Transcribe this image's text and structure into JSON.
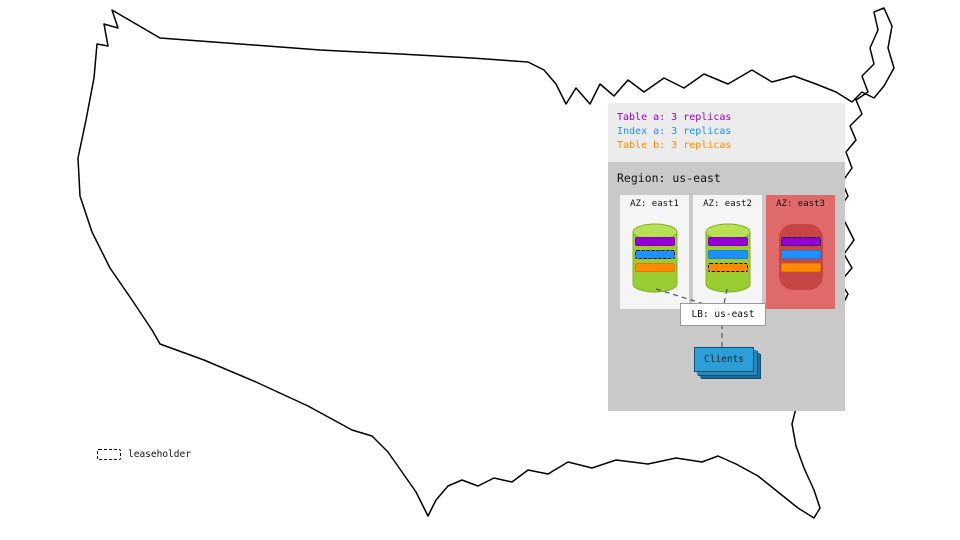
{
  "diagram": {
    "legend": {
      "items": [
        {
          "label": "Table a: 3 replicas",
          "color": "purple"
        },
        {
          "label": "Index a: 3 replicas",
          "color": "blue"
        },
        {
          "label": "Table b: 3 replicas",
          "color": "orange"
        }
      ]
    },
    "region": {
      "label": "Region: us-east",
      "azs": [
        {
          "label": "AZ: east1",
          "down": false,
          "bars": [
            {
              "object": "Table a",
              "color": "purple",
              "leaseholder": false
            },
            {
              "object": "Index a",
              "color": "blue",
              "leaseholder": true
            },
            {
              "object": "Table b",
              "color": "orange",
              "leaseholder": false
            }
          ]
        },
        {
          "label": "AZ: east2",
          "down": false,
          "bars": [
            {
              "object": "Table a",
              "color": "purple",
              "leaseholder": false
            },
            {
              "object": "Index a",
              "color": "blue",
              "leaseholder": false
            },
            {
              "object": "Table b",
              "color": "orange",
              "leaseholder": true
            }
          ]
        },
        {
          "label": "AZ: east3",
          "down": true,
          "bars": [
            {
              "object": "Table a",
              "color": "purple",
              "leaseholder": true
            },
            {
              "object": "Index a",
              "color": "blue",
              "leaseholder": false
            },
            {
              "object": "Table b",
              "color": "orange",
              "leaseholder": false
            }
          ]
        }
      ]
    },
    "load_balancer": {
      "label": "LB: us-east"
    },
    "clients": {
      "label": "Clients"
    },
    "footnote_legend": {
      "label": "leaseholder"
    }
  },
  "colors": {
    "purple": "#9400d3",
    "blue": "#1e90ff",
    "orange": "#ff8c00",
    "legend_panel_bg": "#ececec",
    "region_bg": "#c9c9c9",
    "az_bg": "#f5f5f5",
    "az_down_bg": "#e06a6a",
    "node_green": "#9acd32",
    "node_down": "#c64545",
    "clients_blue": "#2ba0d8"
  }
}
